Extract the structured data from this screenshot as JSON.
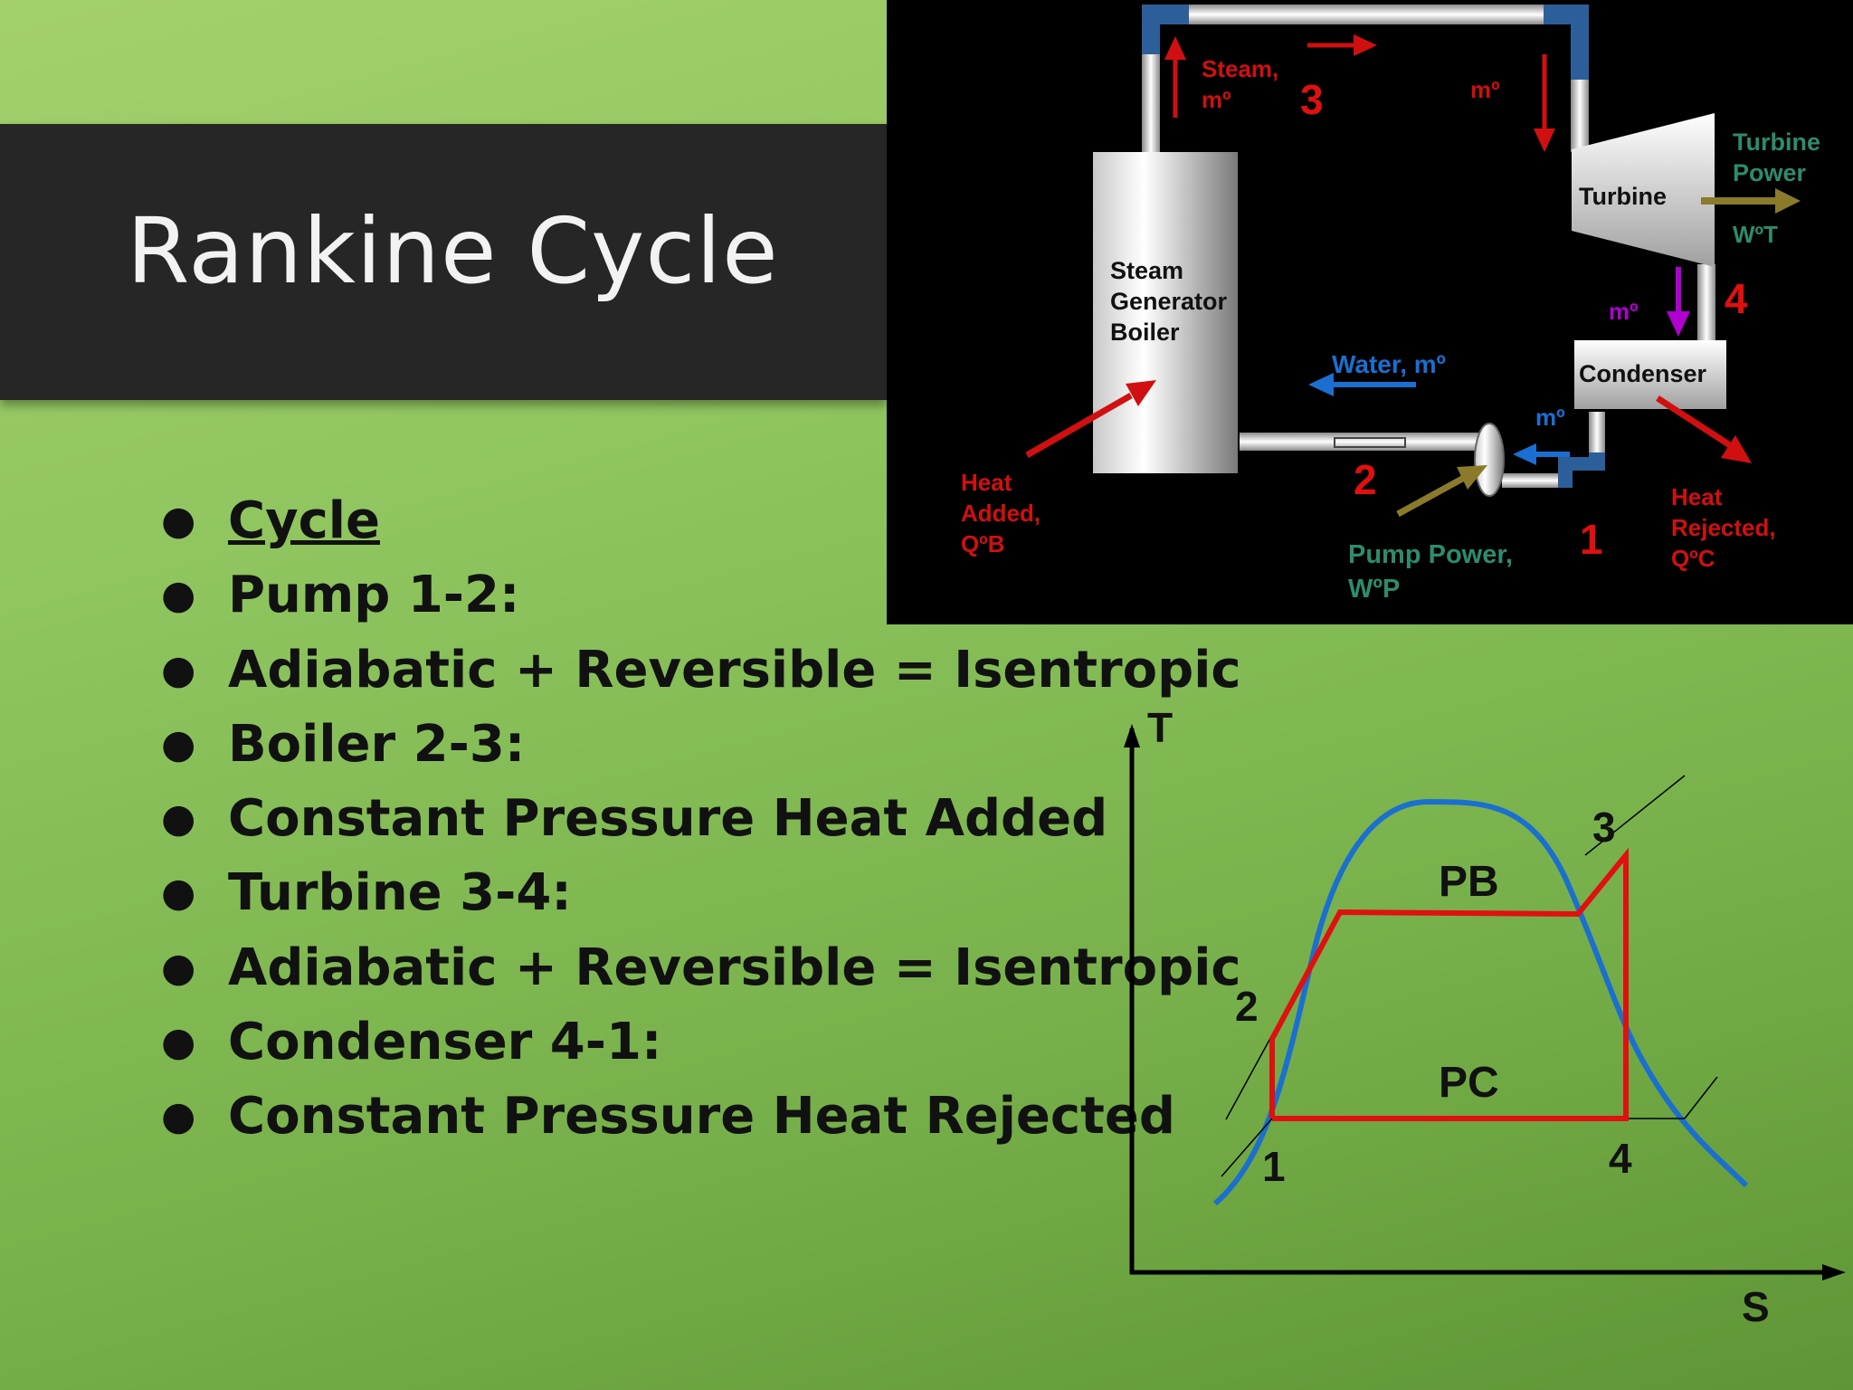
{
  "title": "Rankine Cycle",
  "bullets": [
    "Cycle",
    "Pump 1-2:",
    "Adiabatic + Reversible = Isentropic",
    "Boiler 2-3:",
    "Constant Pressure Heat Added",
    "Turbine 3-4:",
    "Adiabatic + Reversible = Isentropic",
    "Condenser 4-1:",
    "Constant Pressure Heat Rejected"
  ],
  "schematic": {
    "boiler_lines": [
      "Steam",
      "Generator",
      "Boiler"
    ],
    "turbine": "Turbine",
    "condenser": "Condenser",
    "steam_lines": [
      "Steam,",
      "mº"
    ],
    "mdot": "mº",
    "water": "Water, mº",
    "turbine_power_lines": [
      "Turbine",
      "Power"
    ],
    "turbine_work": "WºT",
    "pump_power_lines": [
      "Pump Power,",
      "WºP"
    ],
    "heat_added_lines": [
      "Heat",
      "Added,",
      "QºB"
    ],
    "heat_rejected_lines": [
      "Heat",
      "Rejected,",
      "QºC"
    ],
    "state_labels": [
      "1",
      "2",
      "3",
      "4"
    ],
    "colors": {
      "steam": "#d01010",
      "water": "#1a6fd0",
      "power": "#2e8b6e",
      "exhaust": "#b000d0",
      "work_arrow": "#8a7a2a"
    }
  },
  "ts_diagram": {
    "y_axis": "T",
    "x_axis": "S",
    "boiler_pressure": "PB",
    "condenser_pressure": "PC",
    "points": [
      "1",
      "2",
      "3",
      "4"
    ],
    "colors": {
      "dome": "#1a6fd0",
      "cycle": "#e01010"
    }
  }
}
